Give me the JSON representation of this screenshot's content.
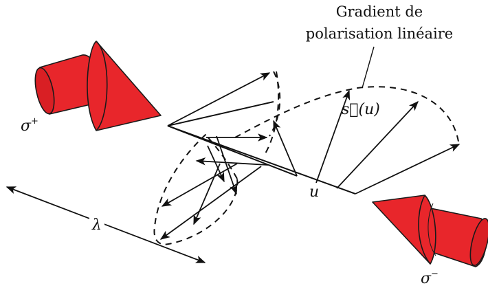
{
  "caption": {
    "line1": "Gradient de",
    "line2": "polarisation linéaire"
  },
  "labels": {
    "sigma": "σ",
    "sup_plus": "+",
    "sup_minus": "−",
    "s_vector": "s⃗(u)",
    "u": "u",
    "lambda": "λ"
  },
  "colors": {
    "beam_fill": "#e8262b",
    "beam_stroke": "#1a1a1a",
    "line": "#111111"
  }
}
